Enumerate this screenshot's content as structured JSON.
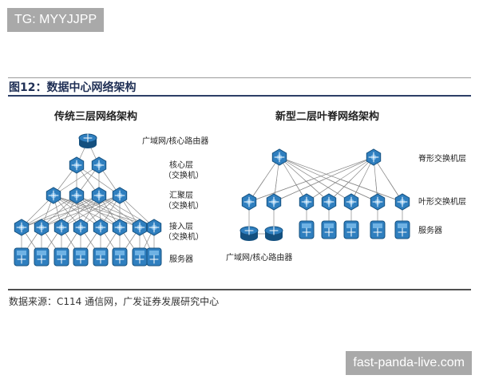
{
  "watermarks": {
    "top": "TG: MYYJJPP",
    "bottom": "fast-panda-live.com"
  },
  "figure": {
    "title": "图12：数据中心网络架构",
    "source": "数据来源：C114 通信网，广发证券发展研究中心"
  },
  "left_diagram": {
    "heading": "传统三层网络架构",
    "labels": {
      "core_router": "广域网/核心路由器",
      "core_layer": "核心层",
      "core_switch": "（交换机）",
      "aggregation_layer": "汇聚层",
      "aggregation_switch": "（交换机）",
      "access_layer": "接入层",
      "access_switch": "（交换机）",
      "servers": "服务器"
    }
  },
  "right_diagram": {
    "heading": "新型二层叶脊网络架构",
    "labels": {
      "spine": "脊形交换机层",
      "leaf": "叶形交换机层",
      "servers": "服务器",
      "router": "广域网/核心路由器"
    }
  },
  "colors": {
    "device_fill": "#2f7fbf",
    "device_dark": "#14507f",
    "device_top": "#6fb2e4",
    "link": "#8a8a8a",
    "title": "#1f2f55"
  },
  "icons": {
    "router": "router-icon",
    "switch": "switch-icon",
    "server": "server-icon"
  }
}
